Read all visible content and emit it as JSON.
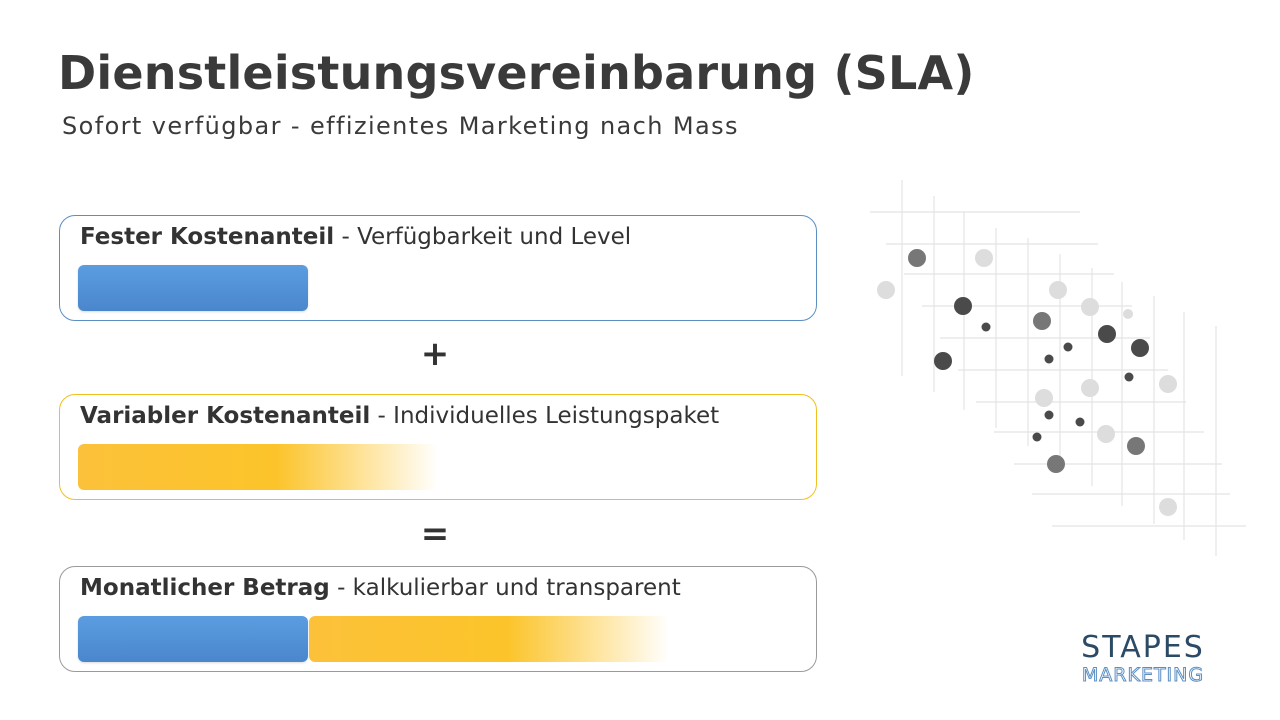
{
  "title": "Dienstleistungsvereinbarung (SLA)",
  "subtitle": "Sofort verfügbar - effizientes Marketing nach Mass",
  "boxes": {
    "fixed": {
      "bold": "Fester Kostenanteil",
      "text": " - Verfügbarkeit und Level",
      "border_color": "#5b8fc4"
    },
    "variable": {
      "bold": "Variabler Kostenanteil",
      "text": " - Individuelles Leistungspaket",
      "border_color": "#f0c020"
    },
    "total": {
      "bold": "Monatlicher Betrag",
      "text": " - kalkulierbar und transparent",
      "border_color": "#9a9a9a"
    }
  },
  "operators": {
    "plus": "+",
    "equals": "="
  },
  "colors": {
    "blue_bar": "#4a86cc",
    "yellow_bar": "#fcc42a",
    "text": "#333333"
  },
  "logo": {
    "line1": "STAPES",
    "line2": "MARKETING"
  }
}
